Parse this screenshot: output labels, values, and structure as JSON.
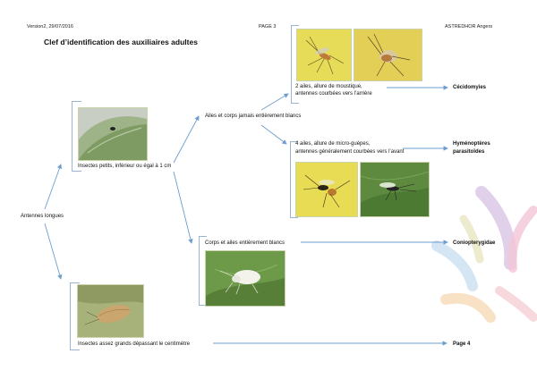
{
  "header": {
    "version": "Version2, 29/07/2016",
    "page": "PAGE 3",
    "author": "ASTREDHOR Angers"
  },
  "title": "Clef d’identification des auxiliaires adultes",
  "nodes": {
    "root": "Antennes longues",
    "small": "Insectes petits, inférieur ou égal à 1 cm",
    "never_white": "Ailes et corps jamais entièrement blancs",
    "mosquito": [
      "2 ailes, allure de moustique,",
      "antennes courbées vers l’arrière"
    ],
    "wasp": [
      "4 ailes, allure de micro-guèpes,",
      "antennes généralement courbées vers l’avant"
    ],
    "white": "Corps et ailes entièrement blancs",
    "large": "Insectes assez grands dépassant le centimètre"
  },
  "results": {
    "cecido": "Cécidomyies",
    "hymeno": [
      "Hyménoptères",
      "parasitoïdes"
    ],
    "conio": "Coniopterygidae",
    "page4": "Page 4"
  },
  "colors": {
    "arrow": "#6d9ecf",
    "bracket": "#9cb4cf"
  }
}
